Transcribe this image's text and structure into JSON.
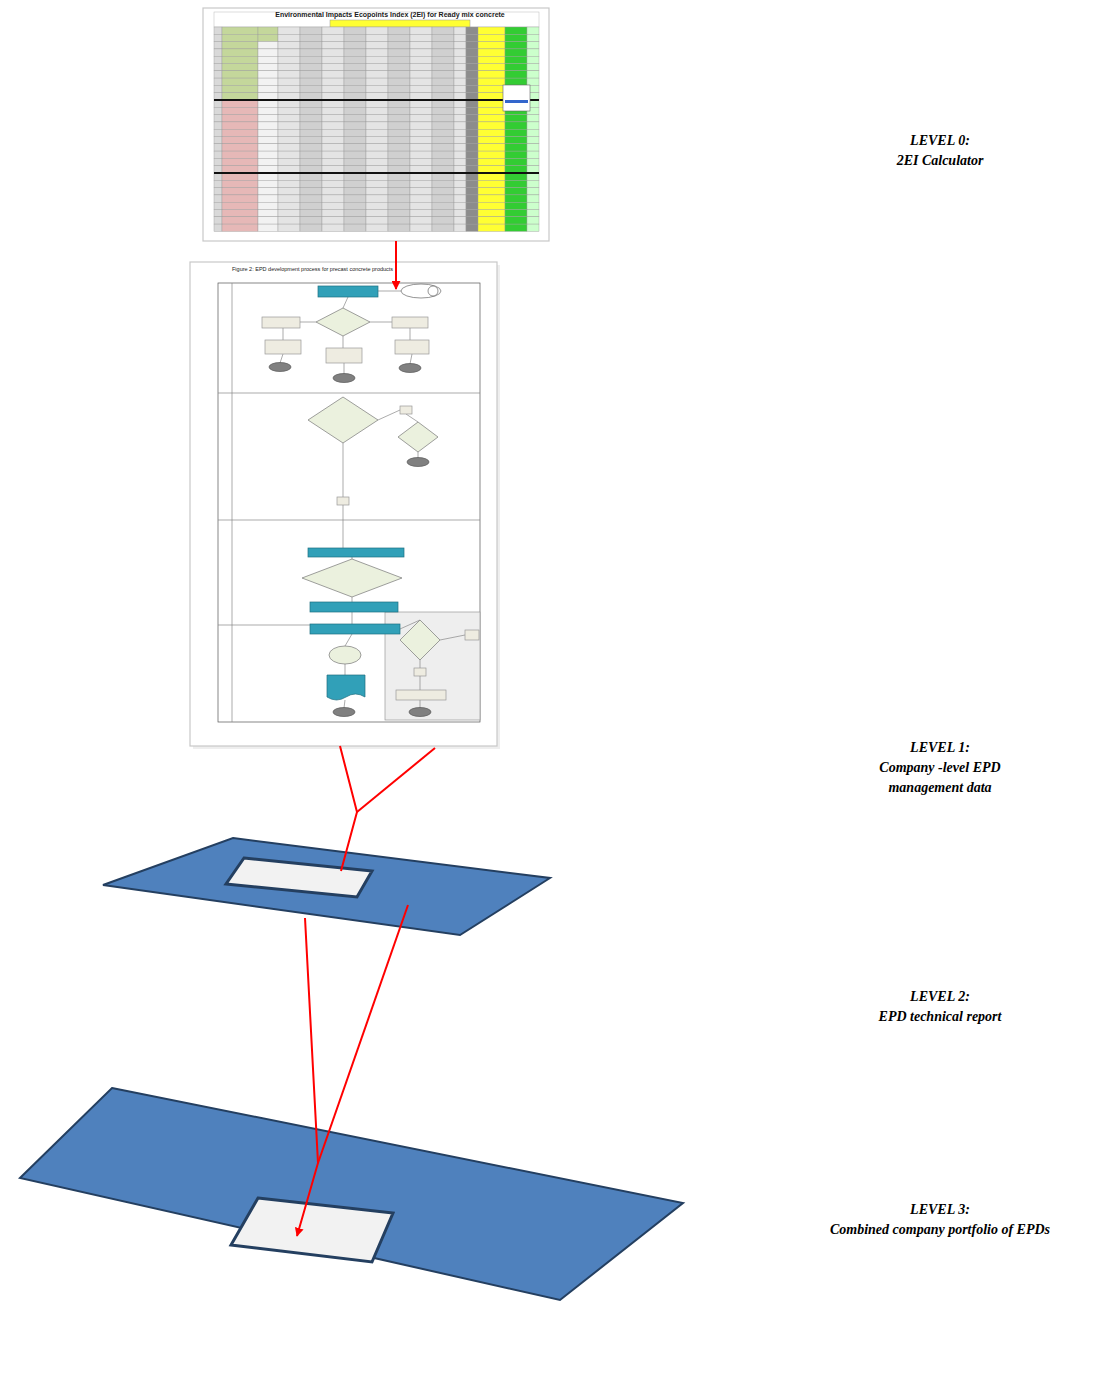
{
  "diagram": {
    "nodes": [
      {
        "text": [
          "LEVEL 0:",
          "2EI Calculator"
        ]
      },
      {
        "text": [
          "LEVEL 1:",
          "Company -level EPD management data"
        ]
      },
      {
        "text": [
          "LEVEL 2:",
          "EPD technical report"
        ]
      },
      {
        "text": [
          "LEVEL 3:",
          "Combined company portfolio of EPDs"
        ]
      }
    ],
    "edges": [
      {
        "from": 0,
        "to": 1,
        "arrow": "to"
      },
      {
        "from": 1,
        "to": 2,
        "arrow": "none"
      },
      {
        "from": 2,
        "to": 3,
        "arrow": "to"
      }
    ],
    "labels": [
      "Environmental Impacts Ecopoints Index (2EI) for Ready mix concrete",
      "Figure 2: EPD development process for precast concrete products"
    ]
  }
}
